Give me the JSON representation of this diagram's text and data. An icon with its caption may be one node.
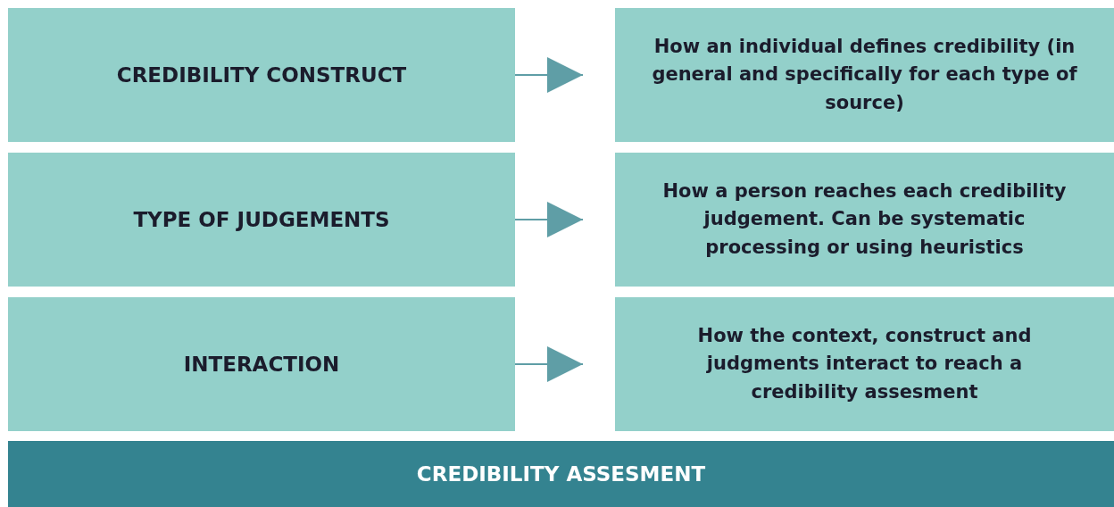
{
  "diagram": {
    "nodes": [
      {
        "text": [
          "CREDIBILITY CONSTRUCT"
        ]
      },
      {
        "text": [
          "How an individual defines credibility (in general and specifically for each type of source)"
        ]
      },
      {
        "text": [
          "TYPE OF JUDGEMENTS"
        ]
      },
      {
        "text": [
          "How a person reaches each credibility judgement. Can be systematic processing or using heuristics"
        ]
      },
      {
        "text": [
          "INTERACTION"
        ]
      },
      {
        "text": [
          "How the context, construct and judgments interact to reach a credibility assesment"
        ]
      },
      {
        "text": [
          "CREDIBILITY ASSESMENT"
        ]
      }
    ],
    "edges": [
      {
        "from": 0,
        "to": 1,
        "arrow": "to"
      },
      {
        "from": 2,
        "to": 3,
        "arrow": "to"
      },
      {
        "from": 4,
        "to": 5,
        "arrow": "to"
      }
    ]
  }
}
